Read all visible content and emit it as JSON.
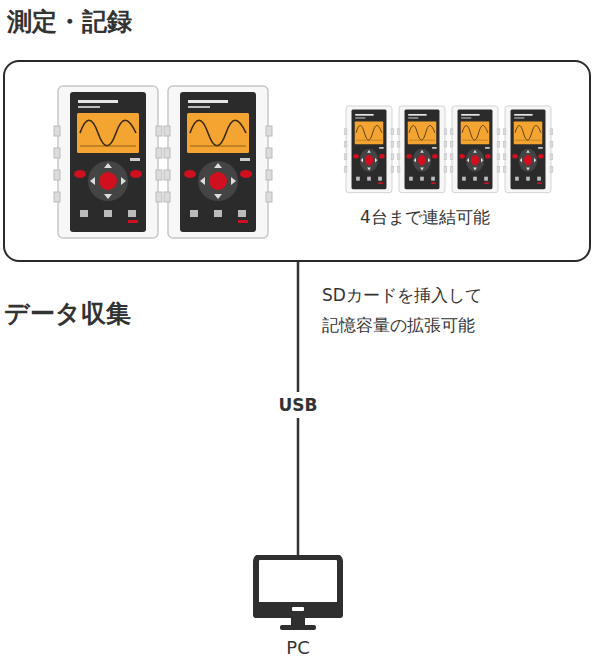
{
  "diagram": {
    "nodes": [
      {
        "text": [
          "測定・記録",
          "4台まで連結可能"
        ]
      },
      {
        "text": [
          "PC"
        ]
      }
    ],
    "edges": [
      {
        "from": 0,
        "to": 1,
        "arrow": "none",
        "label": "USB"
      }
    ],
    "labels": [
      "データ収集",
      "SDカードを挿入して 記憶容量の拡張可能"
    ]
  }
}
